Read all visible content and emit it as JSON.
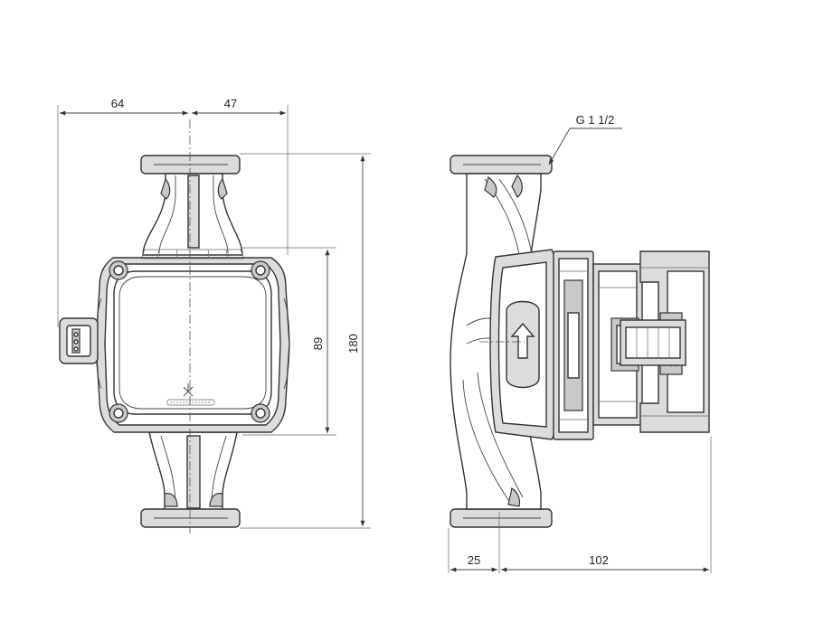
{
  "front_view": {
    "dimensions": {
      "left_width": "64",
      "right_width": "47",
      "head_height": "89",
      "overall_height": "180"
    }
  },
  "side_view": {
    "thread_label": "G 1 1/2",
    "dimensions": {
      "inlet_depth": "25",
      "motor_depth": "102"
    },
    "flow_arrow": "arrow-up-icon"
  },
  "colors": {
    "line": "#333333",
    "fill_shade": "#dcdcdc"
  }
}
